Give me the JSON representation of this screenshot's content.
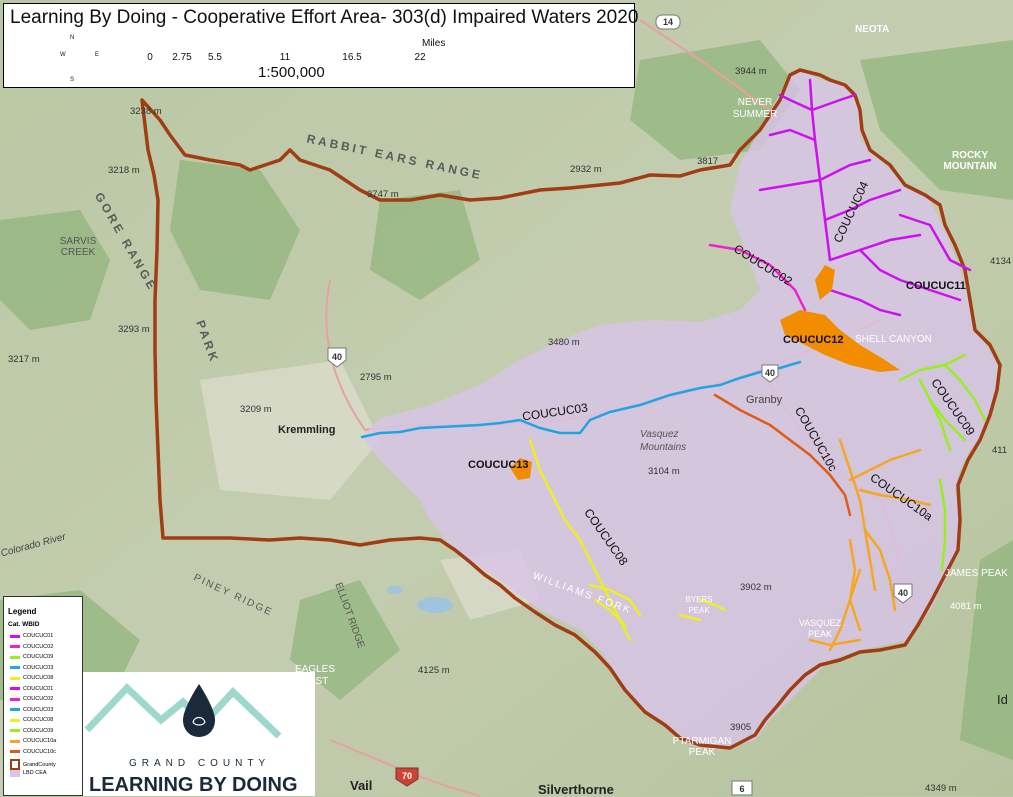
{
  "title": "Learning By Doing - Cooperative Effort Area- 303(d) Impaired Waters 2020",
  "scale": {
    "ticks": [
      "0",
      "2.75",
      "5.5",
      "11",
      "16.5",
      "22"
    ],
    "unit": "Miles",
    "ratio": "1:500,000"
  },
  "compass": {
    "n": "N",
    "s": "S",
    "e": "E",
    "w": "W"
  },
  "legend": {
    "title": "Legend",
    "subtitle": "Cat. WBID",
    "items": [
      {
        "label": "COUCUC01",
        "color": "#cc11ee"
      },
      {
        "label": "COUCUC02",
        "color": "#ee22cc"
      },
      {
        "label": "COUCUC09",
        "color": "#99ee22"
      },
      {
        "label": "COUCUC03",
        "color": "#22a4e0"
      },
      {
        "label": "COUCUC08",
        "color": "#eeee22"
      },
      {
        "label": "COUCUC01",
        "color": "#cc11ee"
      },
      {
        "label": "COUCUC02",
        "color": "#ee22cc"
      },
      {
        "label": "COUCUC03",
        "color": "#22a4e0"
      },
      {
        "label": "COUCUC08",
        "color": "#eeee22"
      },
      {
        "label": "COUCUC09",
        "color": "#99ee22"
      },
      {
        "label": "COUCUC10a",
        "color": "#f5a623"
      },
      {
        "label": "COUCUC10c",
        "color": "#e05a1a"
      },
      {
        "label": "GrandCounty",
        "color": "#a03d14"
      },
      {
        "label": "LBD CEA",
        "color": "#d8c4e8"
      }
    ]
  },
  "logo": {
    "county": "GRAND COUNTY",
    "name": "LEARNING BY DOING"
  },
  "waterbody_labels": [
    "COUCUC04",
    "COUCUC02",
    "COUCUC11",
    "COUCUC12",
    "COUCUC03",
    "COUCUC09",
    "COUCUC13",
    "COUCUC10c",
    "COUCUC10a",
    "COUCUC08"
  ],
  "towns": [
    "Kremmling",
    "Granby",
    "Vail",
    "Silverthorne"
  ],
  "elevations": [
    "3944 m",
    "3238 m",
    "3218 m",
    "3817",
    "2932 m",
    "3747 m",
    "3293 m",
    "3217 m",
    "2795 m",
    "3209 m",
    "3480 m",
    "3104 m",
    "3902 m",
    "4125 m",
    "3905",
    "4349 m",
    "4081 m"
  ],
  "geo_labels": [
    "RABBIT EARS RANGE",
    "GORE RANGE",
    "PARK",
    "SARVIS CREEK",
    "NEVER SUMMER",
    "ROCKY MOUNTAIN",
    "NEOTA",
    "ELLIOT RIDGE",
    "PINEY RIDGE",
    "EAGLES NEST",
    "SHELL CANYON",
    "Vasquez Mountains",
    "BYERS PEAK",
    "VASQUEZ PEAK",
    "PTARMIGAN PEAK",
    "JAMES PEAK",
    "WILLIAMS FORK",
    "Colorado River",
    "Id",
    "411",
    "4134"
  ],
  "highways": [
    "14",
    "40",
    "40",
    "40",
    "70",
    "6"
  ],
  "colors": {
    "cea_fill": "#d8c4e8",
    "county_border": "#a03d14",
    "lake": "#f28c00"
  }
}
